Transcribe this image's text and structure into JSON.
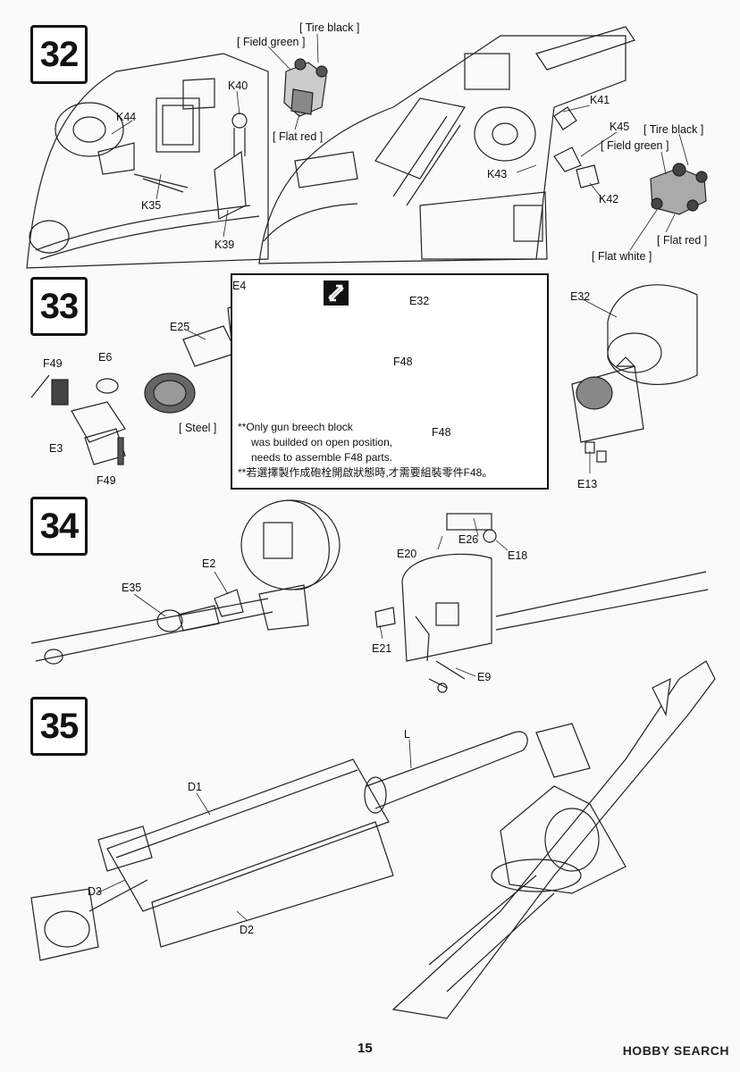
{
  "steps": [
    {
      "number": "32"
    },
    {
      "number": "33"
    },
    {
      "number": "34"
    },
    {
      "number": "35"
    }
  ],
  "step32": {
    "tire_black_1": "[ Tire black ]",
    "field_green_1": "[ Field green ]",
    "flat_red_1": "[ Flat red ]",
    "k40": "K40",
    "k44": "K44",
    "k35": "K35",
    "k39": "K39",
    "k41": "K41",
    "k45": "K45",
    "k43": "K43",
    "k42": "K42",
    "tire_black_2": "[ Tire black ]",
    "field_green_2": "[ Field green ]",
    "flat_red_2": "[ Flat red ]",
    "flat_white": "[  Flat  white  ]"
  },
  "step33": {
    "e4": "E4",
    "e25": "E25",
    "e6": "E6",
    "f49_top": "F49",
    "e3": "E3",
    "f49_bottom": "F49",
    "steel": "[ Steel ]",
    "e32_box": "E32",
    "f48_top": "F48",
    "f48_bottom": "F48",
    "e32_right": "E32",
    "e13": "E13",
    "note_line1": "**Only gun breech block",
    "note_line2": "was builded on open position,",
    "note_line3": "needs to assemble F48 parts.",
    "note_line4": "**若選擇製作成砲栓開啟狀態時,才需要組裝零件F48。"
  },
  "step34": {
    "e2": "E2",
    "e35": "E35",
    "e20": "E20",
    "e26": "E26",
    "e18": "E18",
    "e21": "E21",
    "e9": "E9"
  },
  "step35": {
    "l": "L",
    "d1": "D1",
    "d3": "D3",
    "d2": "D2"
  },
  "footer": {
    "page_number": "15",
    "watermark": "HOBBY SEARCH"
  }
}
